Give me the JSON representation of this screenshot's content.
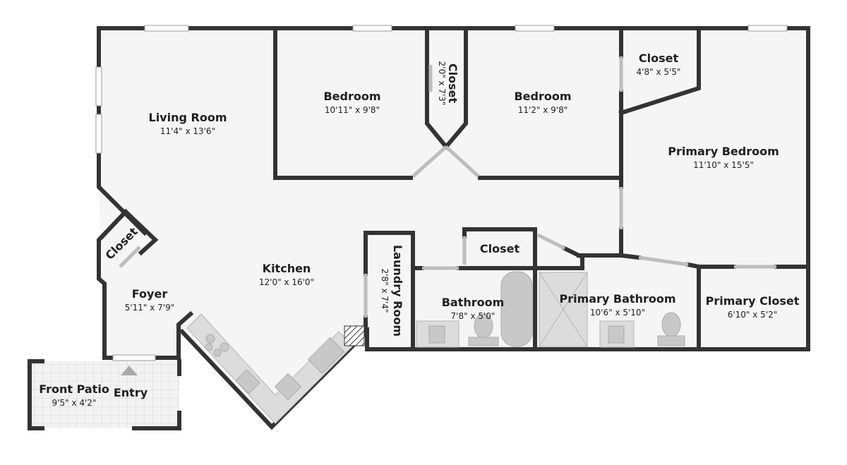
{
  "rooms": {
    "living_room": {
      "name": "Living Room",
      "dims": "11'4\" x 13'6\""
    },
    "bedroom_1": {
      "name": "Bedroom",
      "dims": "10'11\" x 9'8\""
    },
    "closet_hall": {
      "name": "Closet",
      "dims": "2'0\" x 7'3\""
    },
    "bedroom_2": {
      "name": "Bedroom",
      "dims": "11'2\" x 9'8\""
    },
    "closet_primary": {
      "name": "Closet",
      "dims": "4'8\" x 5'5\""
    },
    "primary_bedroom": {
      "name": "Primary Bedroom",
      "dims": "11'10\" x 15'5\""
    },
    "closet_foyer": {
      "name": "Closet"
    },
    "foyer": {
      "name": "Foyer",
      "dims": "5'11\" x 7'9\""
    },
    "kitchen": {
      "name": "Kitchen",
      "dims": "12'0\" x 16'0\""
    },
    "laundry_room": {
      "name": "Laundry Room",
      "dims": "2'8\" x 7'4\""
    },
    "closet_bath": {
      "name": "Closet"
    },
    "bathroom": {
      "name": "Bathroom",
      "dims": "7'8\" x 5'0\""
    },
    "primary_bathroom": {
      "name": "Primary Bathroom",
      "dims": "10'6\" x 5'10\""
    },
    "primary_closet": {
      "name": "Primary Closet",
      "dims": "6'10\" x 5'2\""
    },
    "front_patio": {
      "name": "Front Patio",
      "dims": "9'5\" x 4'2\""
    },
    "entry": {
      "name": "Entry"
    }
  },
  "colors": {
    "wall": "#333333",
    "floor": "#f5f5f5",
    "fixture": "#c8c8c8",
    "text": "#1f1f1f"
  },
  "icons": {
    "entry_marker": "entry-arrow-icon"
  }
}
